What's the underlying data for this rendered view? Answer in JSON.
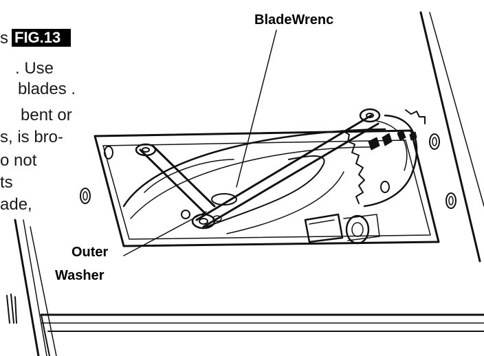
{
  "figure": {
    "label_fragment": "s",
    "badge": "FIG.13"
  },
  "text_fragments": [
    ".   Use",
    "blades   .",
    "bent    or",
    "s,    is    bro-",
    "o    not",
    "ts",
    "ade,"
  ],
  "callouts": {
    "blade_wrench": "BladeWrenc",
    "outer_washer_line1": "Outer",
    "outer_washer_line2": "Washer"
  }
}
